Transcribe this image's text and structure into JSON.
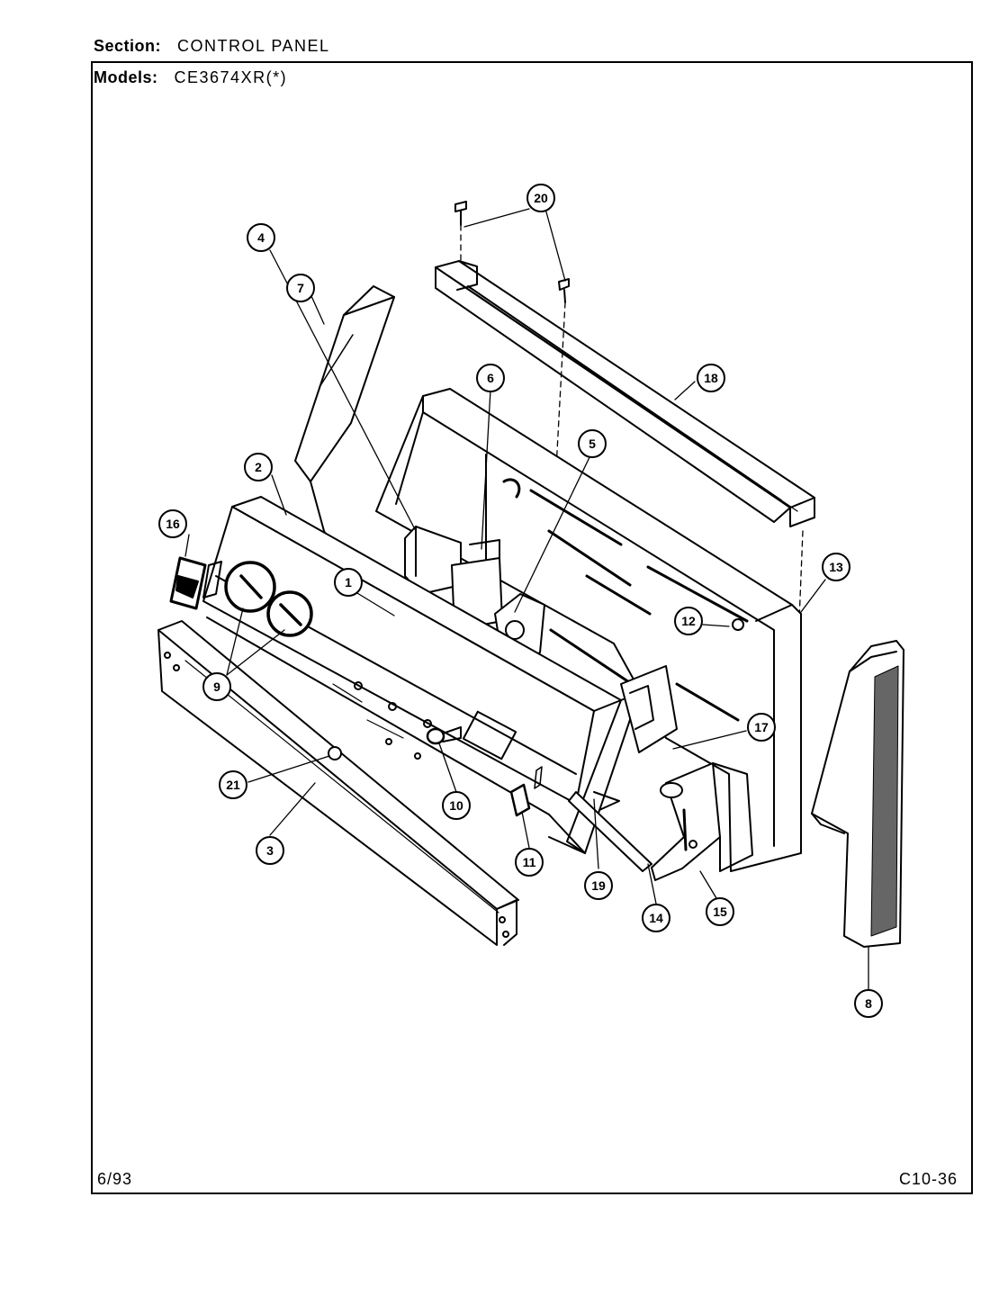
{
  "header": {
    "section_label": "Section:",
    "section_value": "CONTROL PANEL",
    "models_label": "Models:",
    "models_value": "CE3674XR(*)"
  },
  "footer": {
    "date": "6/93",
    "code": "C10-36"
  },
  "callouts": [
    "1",
    "2",
    "3",
    "4",
    "5",
    "6",
    "7",
    "8",
    "9",
    "10",
    "11",
    "12",
    "13",
    "14",
    "15",
    "16",
    "17",
    "18",
    "19",
    "20",
    "21"
  ]
}
